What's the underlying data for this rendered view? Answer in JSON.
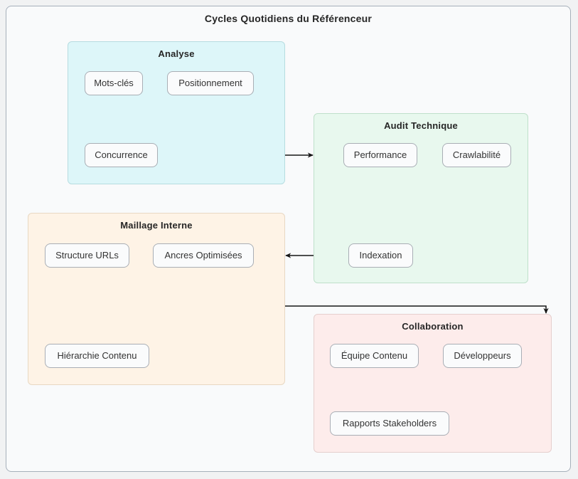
{
  "diagram": {
    "title": "Cycles Quotidiens du Référenceur",
    "groups": [
      {
        "id": "analyse",
        "label": "Analyse",
        "bg": "#ddf6f9",
        "border": "#b6dce0",
        "nodes": [
          {
            "id": "mots-cles",
            "label": "Mots-clés"
          },
          {
            "id": "positionnement",
            "label": "Positionnement"
          },
          {
            "id": "concurrence",
            "label": "Concurrence"
          }
        ]
      },
      {
        "id": "audit-technique",
        "label": "Audit Technique",
        "bg": "#e8f8ee",
        "border": "#bfe0ca",
        "nodes": [
          {
            "id": "performance",
            "label": "Performance"
          },
          {
            "id": "crawlabilite",
            "label": "Crawlabilité"
          },
          {
            "id": "indexation",
            "label": "Indexation"
          }
        ]
      },
      {
        "id": "maillage-interne",
        "label": "Maillage Interne",
        "bg": "#fef3e6",
        "border": "#e8d8c3",
        "nodes": [
          {
            "id": "structure-urls",
            "label": "Structure URLs"
          },
          {
            "id": "ancres-optimisees",
            "label": "Ancres Optimisées"
          },
          {
            "id": "hierarchie-contenu",
            "label": "Hiérarchie Contenu"
          }
        ]
      },
      {
        "id": "collaboration",
        "label": "Collaboration",
        "bg": "#fdeceb",
        "border": "#e5cfcd",
        "nodes": [
          {
            "id": "equipe-contenu",
            "label": "Équipe Contenu"
          },
          {
            "id": "developpeurs",
            "label": "Développeurs"
          },
          {
            "id": "rapports-stakeholders",
            "label": "Rapports Stakeholders"
          }
        ]
      }
    ],
    "edges": [
      {
        "from": "Analyse",
        "to": "Audit Technique",
        "direction": "right"
      },
      {
        "from": "Audit Technique",
        "to": "Maillage Interne",
        "direction": "left"
      },
      {
        "from": "Maillage Interne",
        "to": "Collaboration",
        "direction": "right-then-down"
      }
    ],
    "colors": {
      "edge": "#161616",
      "node_fill": "#fafbfc",
      "node_border": "#a9aeb5",
      "canvas_bg": "#f9fafb",
      "canvas_border": "#a6b0ba",
      "text": "#333333"
    }
  }
}
